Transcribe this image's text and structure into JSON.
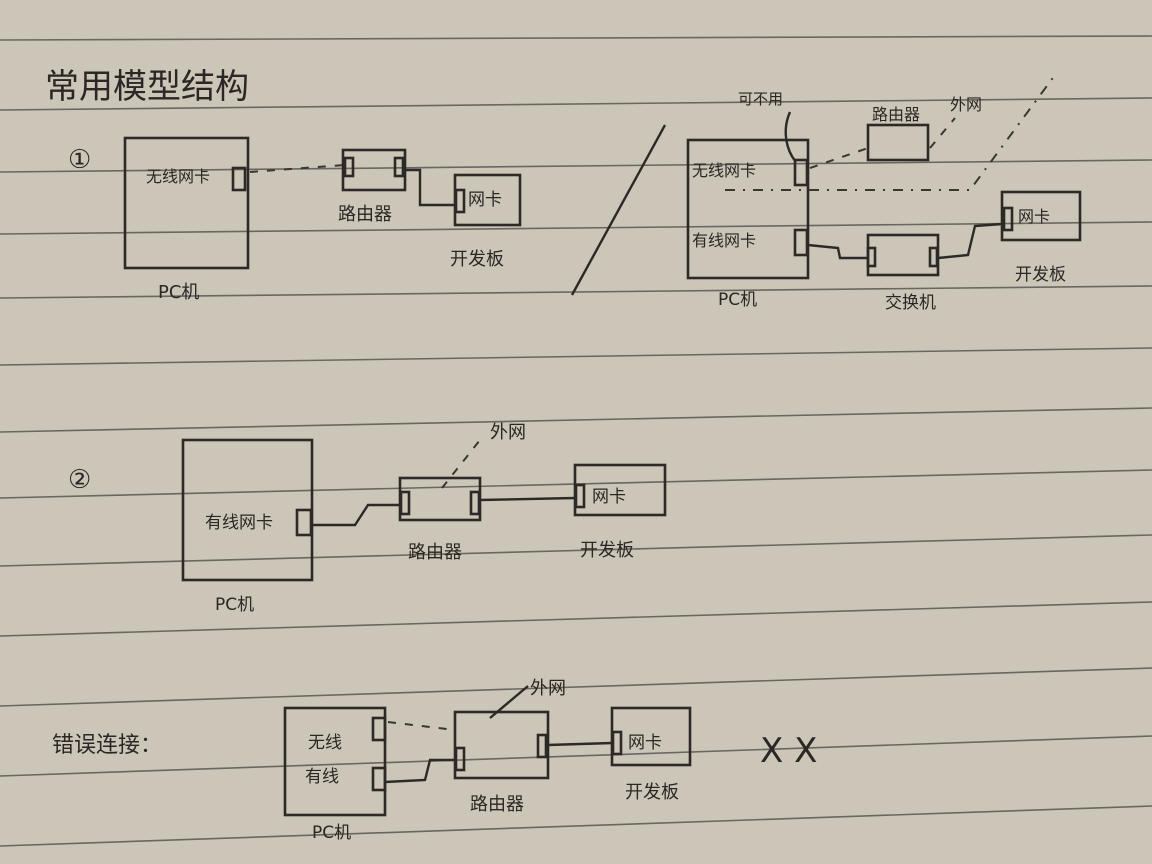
{
  "title": "常用模型结构",
  "section1": {
    "marker": "①",
    "left": {
      "pc_label": "PC机",
      "wifi_nic": "无线网卡",
      "router": "路由器",
      "board_nic": "网卡",
      "board": "开发板"
    },
    "right": {
      "optional_note": "可不用",
      "router": "路由器",
      "internet": "外网",
      "wifi_nic": "无线网卡",
      "wired_nic": "有线网卡",
      "switch": "交换机",
      "board_nic": "网卡",
      "board": "开发板",
      "pc_label": "PC机"
    }
  },
  "section2": {
    "marker": "②",
    "internet": "外网",
    "wired_nic": "有线网卡",
    "router": "路由器",
    "board_nic": "网卡",
    "board": "开发板",
    "pc_label": "PC机"
  },
  "section3": {
    "heading": "错误连接：",
    "wifi": "无线",
    "wired": "有线",
    "internet": "外网",
    "router": "路由器",
    "board_nic": "网卡",
    "board": "开发板",
    "pc_label": "PC机",
    "wrong_marks": "X X"
  },
  "colors": {
    "paper": "#cbc6b8",
    "ink": "#2c2926"
  }
}
